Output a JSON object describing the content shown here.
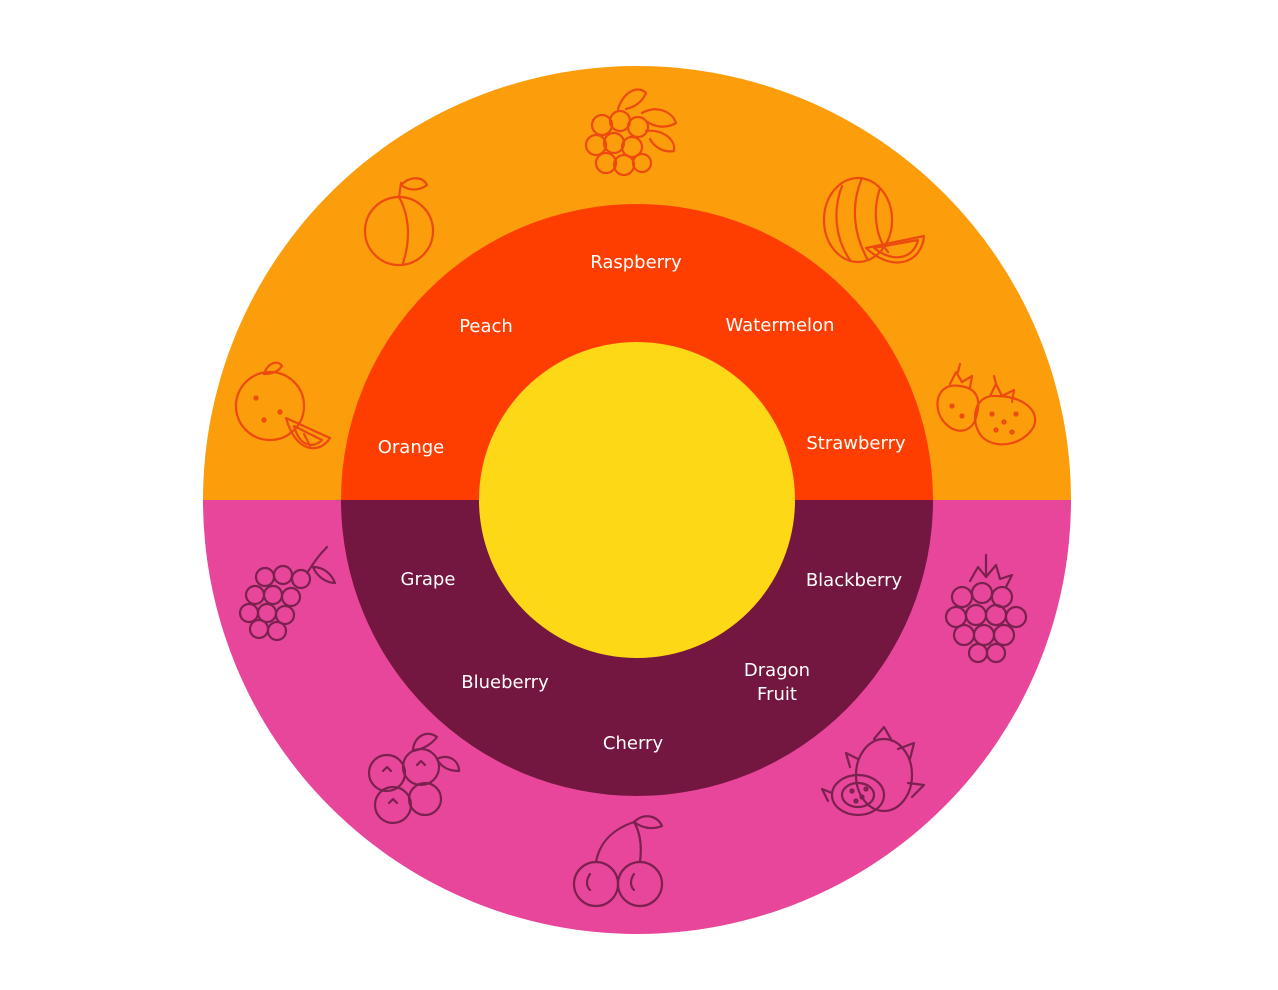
{
  "colors": {
    "outer_top": "#fc9d0c",
    "outer_bottom": "#e8469a",
    "inner_top": "#fe3e00",
    "inner_bottom": "#731640",
    "center": "#fdd816",
    "label": "#ffffff"
  },
  "labels": {
    "raspberry": "Raspberry",
    "watermelon": "Watermelon",
    "strawberry": "Strawberry",
    "peach": "Peach",
    "orange": "Orange",
    "grape": "Grape",
    "blueberry": "Blueberry",
    "cherry": "Cherry",
    "dragon_fruit_line1": "Dragon",
    "dragon_fruit_line2": "Fruit",
    "blackberry": "Blackberry"
  },
  "icons": {
    "raspberry": "raspberry-icon",
    "peach": "peach-icon",
    "watermelon": "watermelon-icon",
    "orange": "orange-icon",
    "strawberry": "strawberry-icon",
    "grape": "grape-icon",
    "blackberry": "blackberry-icon",
    "blueberry": "blueberry-icon",
    "dragon_fruit": "dragon-fruit-icon",
    "cherry": "cherry-icon"
  }
}
